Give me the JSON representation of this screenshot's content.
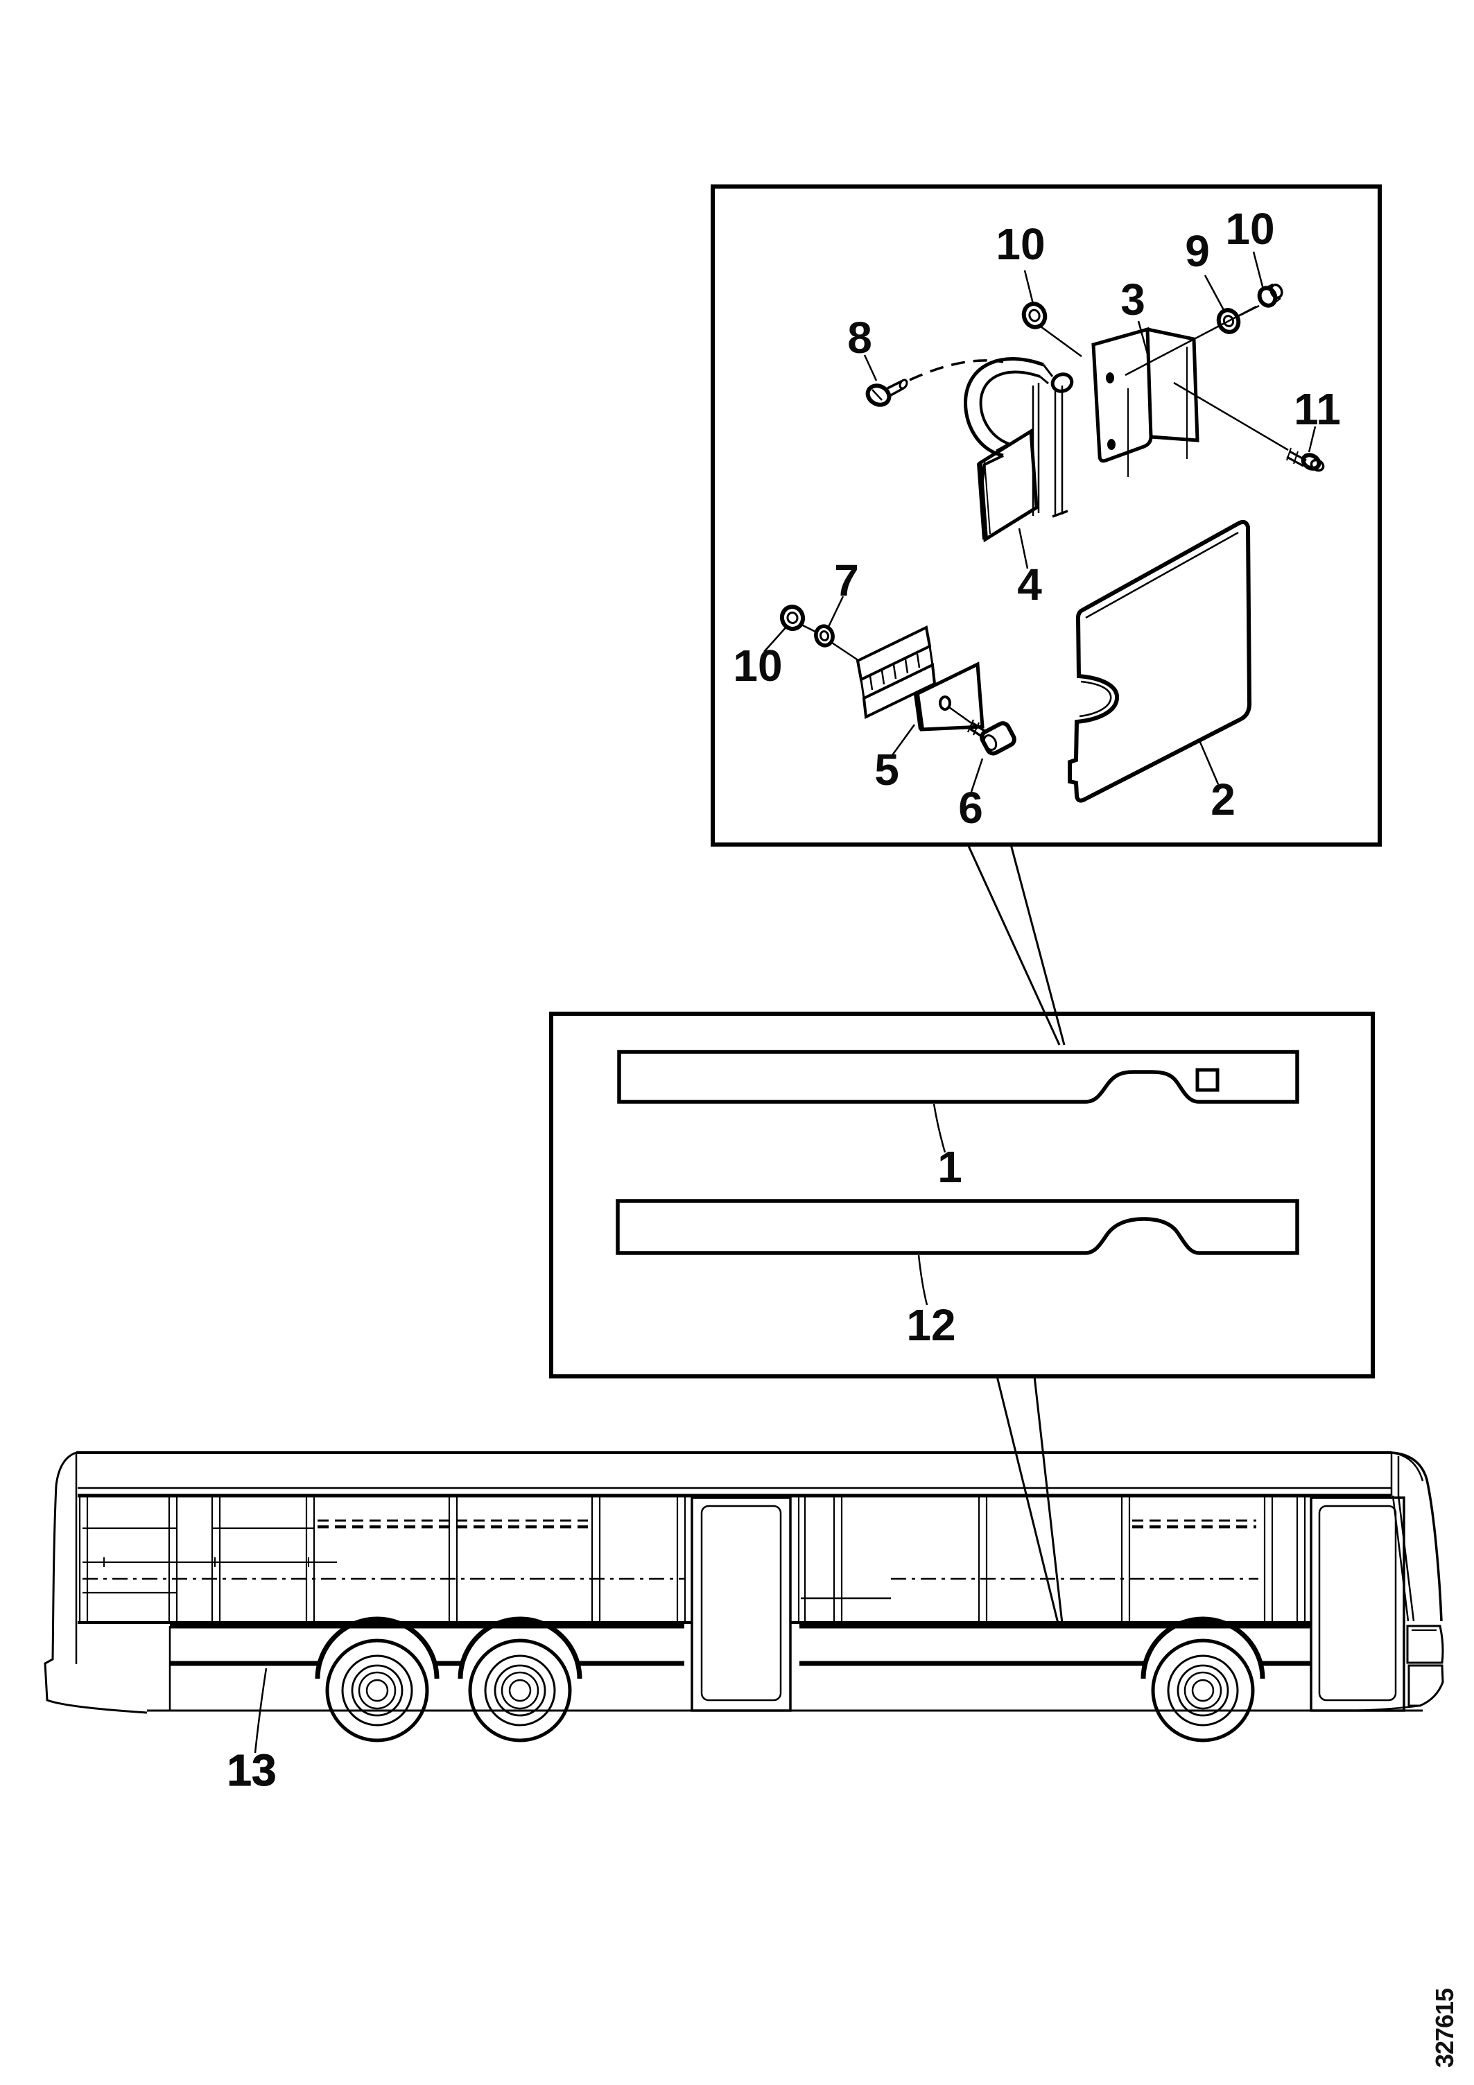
{
  "page": {
    "background": "#ffffff",
    "line_color": "#000000",
    "description": "Exploded parts diagram of bus side skirt panel assembly with location view on bus side elevation"
  },
  "drawing_number": "327615",
  "callouts": {
    "c10_top": "10",
    "c9": "9",
    "c10_right": "10",
    "c3": "3",
    "c8": "8",
    "c11": "11",
    "c4": "4",
    "c7": "7",
    "c10_left": "10",
    "c5": "5",
    "c6": "6",
    "c2": "2",
    "c1": "1",
    "c12": "12",
    "c13": "13"
  }
}
